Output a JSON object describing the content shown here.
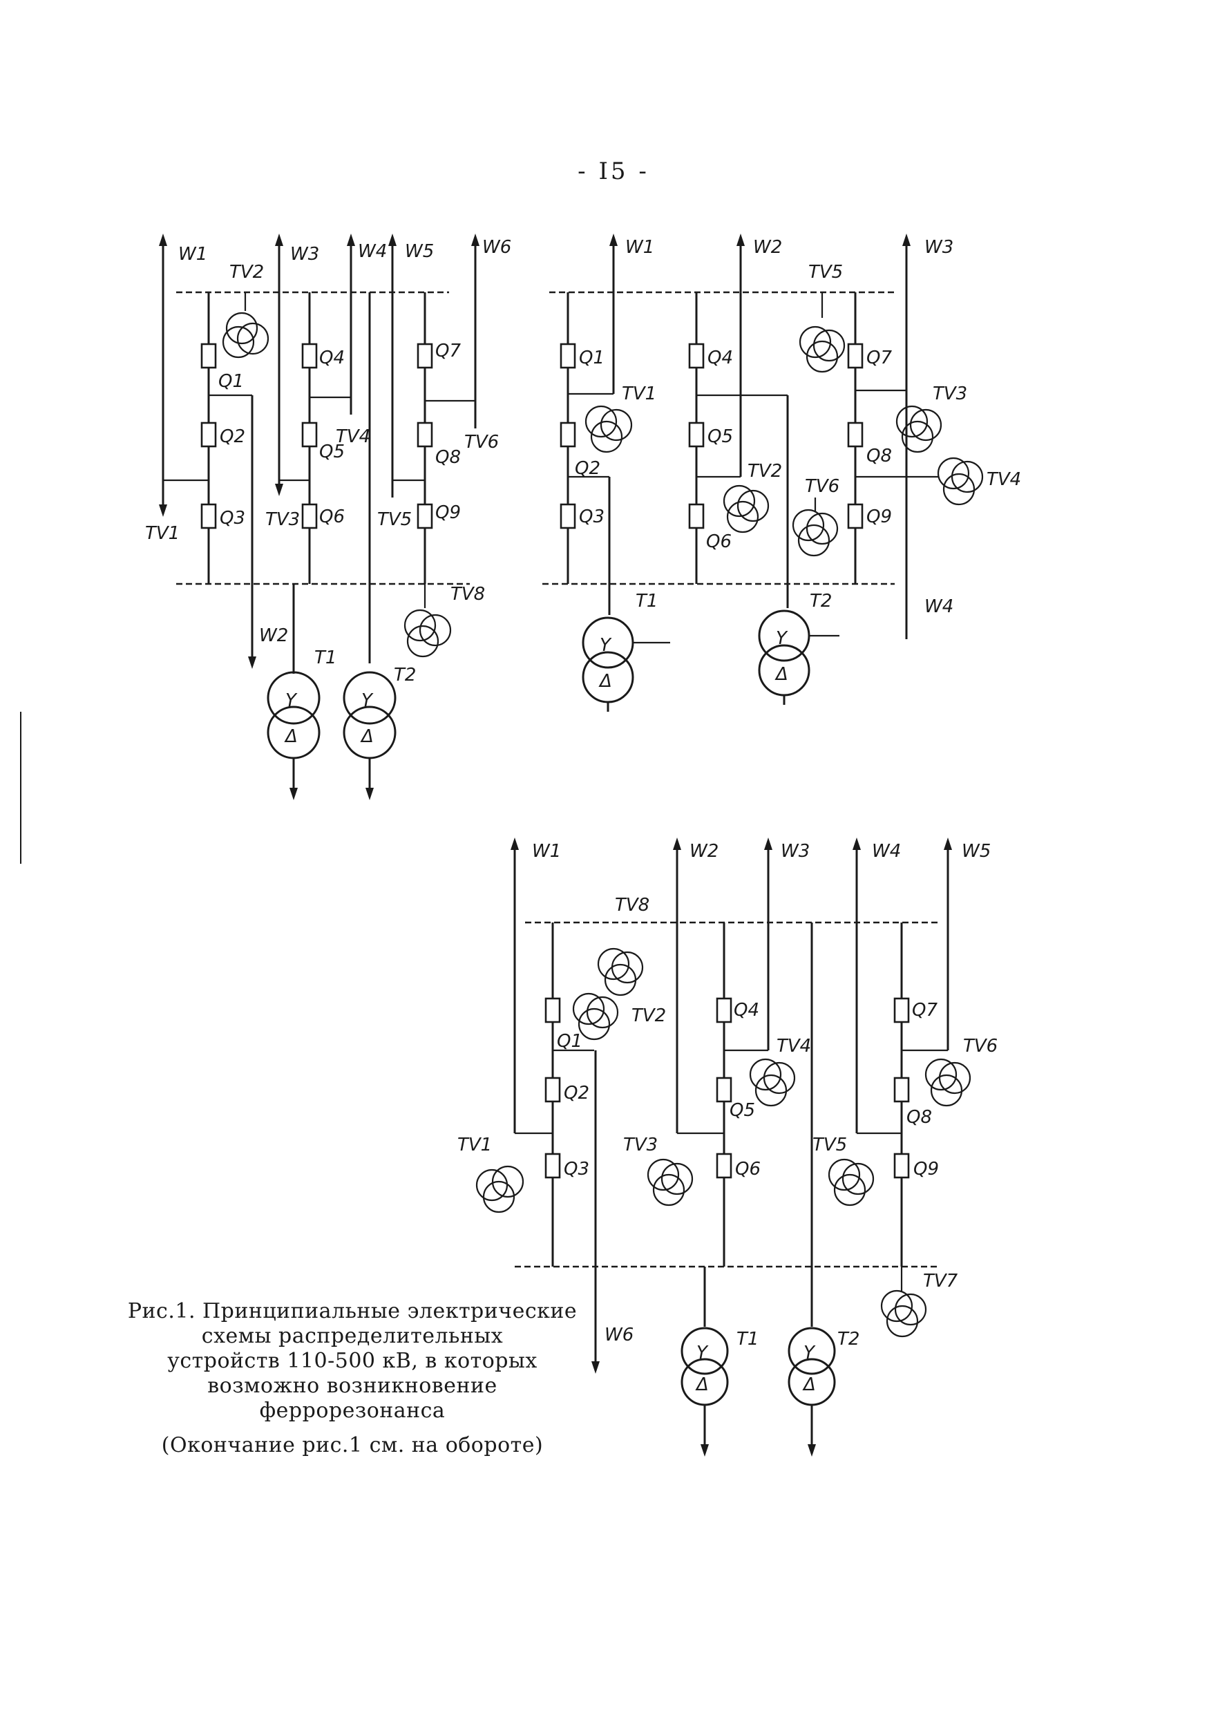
{
  "page": {
    "number": "- I5 -"
  },
  "diagrams": {
    "a": {
      "feeders": [
        "W1",
        "W3",
        "W4",
        "W5",
        "W6"
      ],
      "feeder_w2": "W2",
      "breakers": [
        "Q1",
        "Q2",
        "Q3",
        "Q4",
        "Q5",
        "Q6",
        "Q7",
        "Q8",
        "Q9"
      ],
      "vts": [
        "TV1",
        "TV2",
        "TV3",
        "TV4",
        "TV5",
        "TV6",
        "TV8"
      ],
      "transformers": [
        "T1",
        "T2"
      ]
    },
    "b": {
      "feeders": [
        "W1",
        "W2",
        "W3",
        "W4"
      ],
      "breakers": [
        "Q1",
        "Q2",
        "Q3",
        "Q4",
        "Q5",
        "Q6",
        "Q7",
        "Q8",
        "Q9"
      ],
      "vts": [
        "TV1",
        "TV2",
        "TV3",
        "TV4",
        "TV5",
        "TV6"
      ],
      "transformers": [
        "T1",
        "T2"
      ]
    },
    "c": {
      "feeders": [
        "W1",
        "W2",
        "W3",
        "W4",
        "W5",
        "W6"
      ],
      "breakers": [
        "Q1",
        "Q2",
        "Q3",
        "Q4",
        "Q5",
        "Q6",
        "Q7",
        "Q8",
        "Q9"
      ],
      "vts": [
        "TV1",
        "TV2",
        "TV3",
        "TV4",
        "TV5",
        "TV6",
        "TV7",
        "TV8"
      ],
      "transformers": [
        "T1",
        "T2"
      ]
    }
  },
  "symbols": {
    "star": "Y",
    "delta": "Δ"
  },
  "caption": {
    "lines": [
      "Рис.1. Принципиальные электрические",
      "схемы распределительных",
      "устройств 110-500 кВ, в которых",
      "возможно возникновение",
      "феррорезонанса"
    ],
    "note": "(Окончание рис.1 см. на обороте)"
  }
}
